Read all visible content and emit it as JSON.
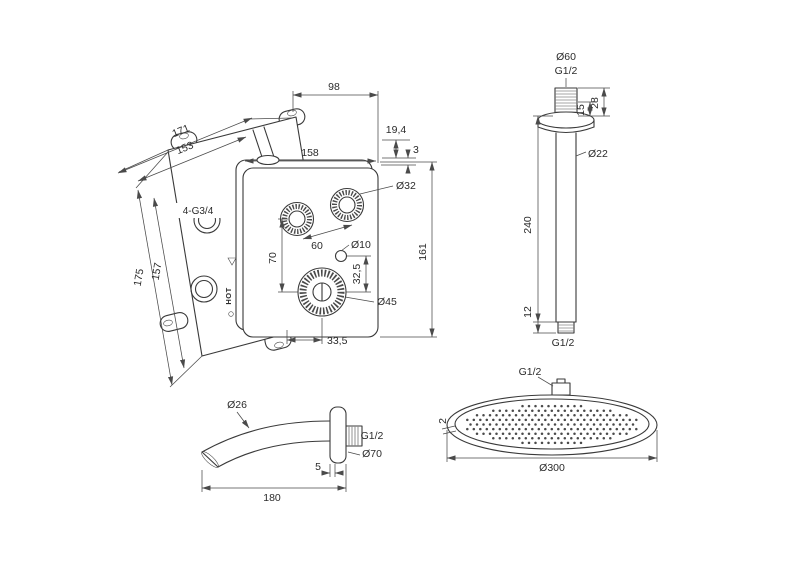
{
  "valve": {
    "dim_depth": "98",
    "dim_plate_width": "171",
    "dim_holes_width": "153",
    "dim_sleeve_depth": "19,4",
    "dim_trim_thickness": "3",
    "dim_face_width": "158",
    "dim_face_height": "161",
    "dim_plate_height": "175",
    "dim_holes_height": "157",
    "dim_handle_diameter": "Ø32",
    "dim_handle_spacing": "60",
    "dim_port_diameter": "Ø10",
    "dim_handle_drop": "70",
    "dim_port_drop": "32,5",
    "dim_main_handle_diameter": "Ø45",
    "dim_main_handle_offset": "33,5",
    "thread_label": "4-G3/4",
    "hot_label": "HOT"
  },
  "arm": {
    "dim_flange_diameter": "Ø60",
    "thread_top": "G1/2",
    "dim_thread_length": "28",
    "dim_exposed": "15",
    "dim_pipe_diameter": "Ø22",
    "dim_length": "240",
    "dim_tip_length": "12",
    "thread_bottom": "G1/2"
  },
  "spout": {
    "dim_pipe_diameter": "Ø26",
    "thread": "G1/2",
    "dim_flange_diameter": "Ø70",
    "dim_flange_thickness": "5",
    "dim_reach": "180"
  },
  "head": {
    "thread": "G1/2",
    "dim_rim_thickness": "2",
    "dim_diameter": "Ø300"
  }
}
